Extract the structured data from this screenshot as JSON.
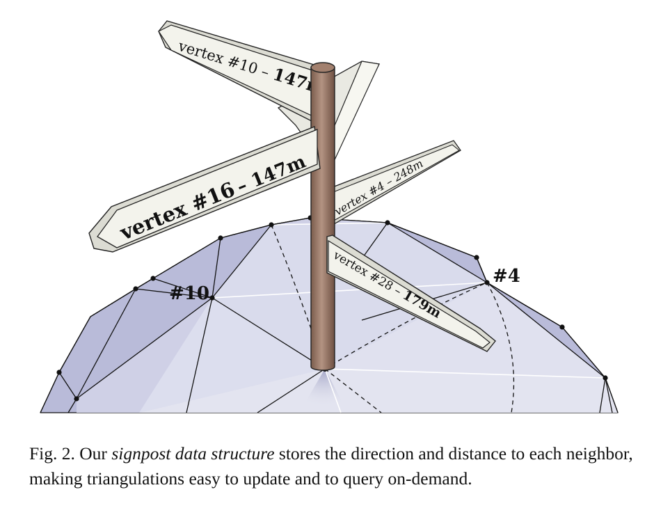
{
  "figure": {
    "signs": [
      {
        "vertex": "vertex #10",
        "distance": "147m"
      },
      {
        "vertex": "vertex #16",
        "distance": "147m"
      },
      {
        "vertex": "vertex #4",
        "distance": "248m"
      },
      {
        "vertex": "vertex #28",
        "distance": "179m"
      }
    ],
    "vertex_labels": [
      "#10",
      "#4"
    ],
    "colors": {
      "mesh_dark": "#b7b9d8",
      "mesh_light": "#e6e7f1",
      "pole": "#9a7a68",
      "sign_face": "#f4f4ee",
      "sign_edge": "#d8d8cf"
    }
  },
  "caption": {
    "prefix": "Fig. 2.  Our ",
    "emphasis": "signpost data structure",
    "suffix": " stores the direction and distance to each neighbor, making triangulations easy to update and to query on-demand."
  }
}
